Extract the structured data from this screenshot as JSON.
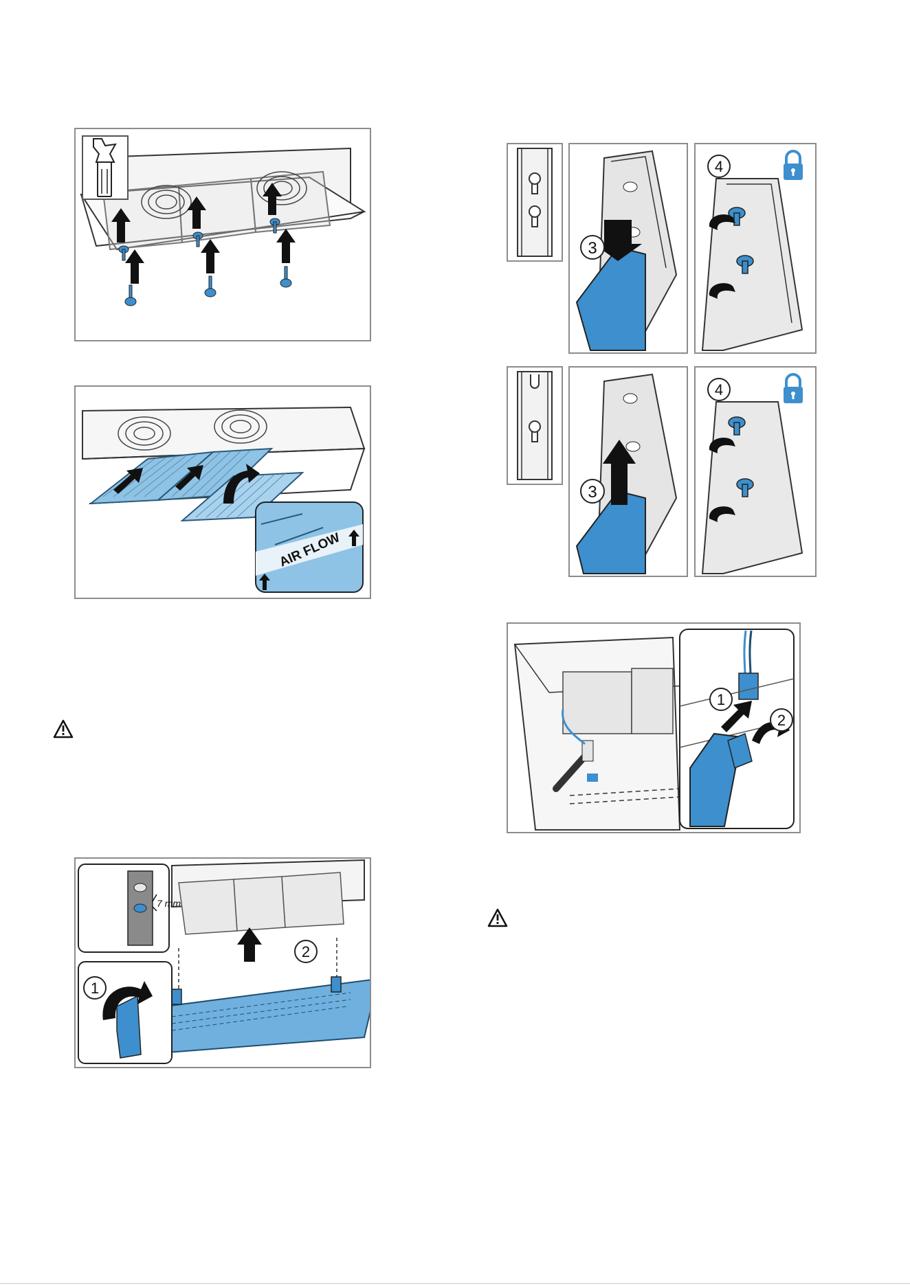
{
  "figures": {
    "air_flow_label": "AIR FLOW",
    "depth_label": "7 mm",
    "steps": {
      "one": "1",
      "two": "2",
      "three": "3",
      "four": "4"
    }
  },
  "colors": {
    "accent_blue": "#3d8fce",
    "light_blue": "#8ec3e6",
    "panel_border": "#8c8c8c",
    "outline": "#222222"
  },
  "icons": {
    "torx_tool": "torx-screwdriver-icon",
    "warning": "warning-triangle-icon",
    "lock": "padlock-icon"
  }
}
